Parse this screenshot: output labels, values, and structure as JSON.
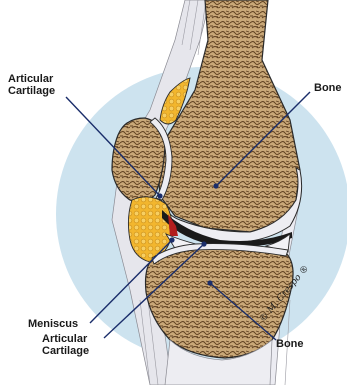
{
  "labels": {
    "articular_cartilage_top": [
      "Articular",
      "Cartilage"
    ],
    "bone_top": "Bone",
    "meniscus": "Meniscus",
    "articular_cartilage_bottom": [
      "Articular",
      "Cartilage"
    ],
    "bone_bottom": "Bone"
  },
  "signature": "© M. Crespo ®",
  "colors": {
    "circle": "#cde3ef",
    "bone": "#c8a77a",
    "bone_texture": "#6b4a28",
    "cartilage": "#eeeef2",
    "fat_pad": "#f0b42a",
    "soft_tissue": "#e4e4ea",
    "outline": "#2a2a2a",
    "leader": "#1a2d6a",
    "joint_space": "#1a1a1a"
  }
}
